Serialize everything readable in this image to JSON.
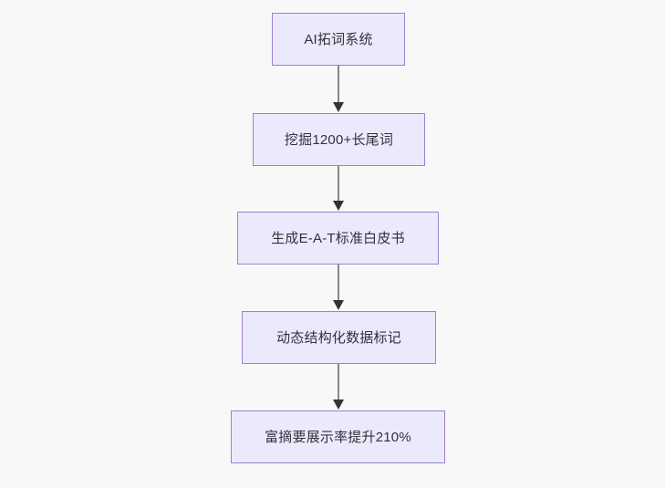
{
  "diagram": {
    "type": "flowchart",
    "direction": "top-to-bottom",
    "background_color": "#f8f8f8",
    "node_fill_color": "#ebeafd",
    "node_border_color": "#9d7fd4",
    "node_text_color": "#31313a",
    "connector_color": "#888888",
    "arrowhead_color": "#333333",
    "nodes": [
      {
        "id": "n0",
        "label": "AI拓词系统"
      },
      {
        "id": "n1",
        "label": "挖掘1200+长尾词"
      },
      {
        "id": "n2",
        "label": "生成E-A-T标准白皮书"
      },
      {
        "id": "n3",
        "label": "动态结构化数据标记"
      },
      {
        "id": "n4",
        "label": "富摘要展示率提升210%"
      }
    ],
    "edges": [
      {
        "id": "e0",
        "from": "n0",
        "to": "n1",
        "label": ""
      },
      {
        "id": "e1",
        "from": "n1",
        "to": "n2",
        "label": ""
      },
      {
        "id": "e2",
        "from": "n2",
        "to": "n3",
        "label": ""
      },
      {
        "id": "e3",
        "from": "n3",
        "to": "n4",
        "label": ""
      }
    ]
  }
}
